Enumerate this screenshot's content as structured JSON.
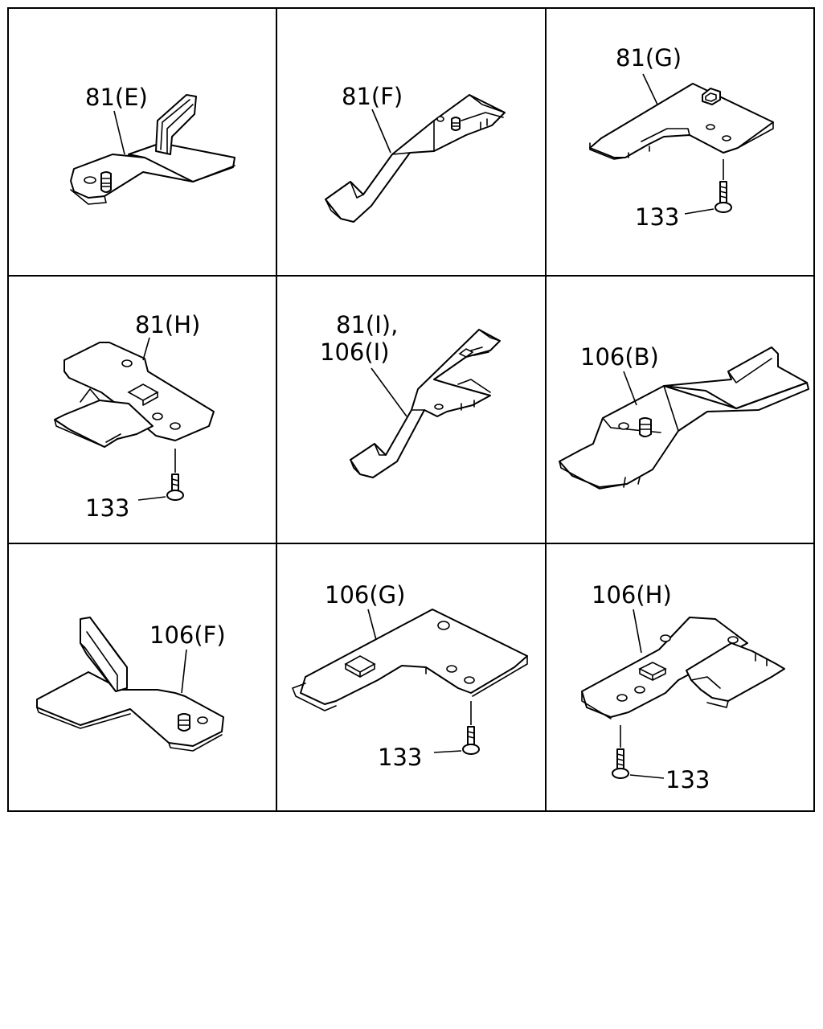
{
  "panels": [
    {
      "labels": [
        "81(E)"
      ]
    },
    {
      "labels": [
        "81(F)"
      ]
    },
    {
      "labels": [
        "81(G)",
        "133"
      ]
    },
    {
      "labels": [
        "81(H)",
        "133"
      ]
    },
    {
      "labels": [
        "81(I),",
        "106(I)"
      ]
    },
    {
      "labels": [
        "106(B)"
      ]
    },
    {
      "labels": [
        "106(F)"
      ]
    },
    {
      "labels": [
        "106(G)",
        "133"
      ]
    },
    {
      "labels": [
        "106(H)",
        "133"
      ]
    }
  ]
}
